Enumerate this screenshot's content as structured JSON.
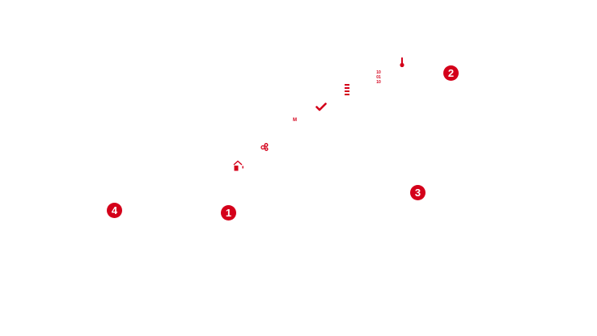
{
  "colors": {
    "accent": "#d4001a",
    "background": "#ffffff"
  },
  "callouts": [
    {
      "id": "callout-1",
      "label": "1"
    },
    {
      "id": "callout-2",
      "label": "2"
    },
    {
      "id": "callout-3",
      "label": "3"
    },
    {
      "id": "callout-4",
      "label": "4"
    }
  ],
  "icons": {
    "binary": {
      "name": "binary-code-icon",
      "lines": [
        "10",
        "01",
        "10"
      ]
    },
    "letter_m": {
      "name": "letter-m-icon",
      "text": "M"
    },
    "thermometer": {
      "name": "thermometer-icon"
    },
    "bars": {
      "name": "level-bars-icon"
    },
    "check": {
      "name": "checkmark-icon"
    },
    "gears": {
      "name": "gears-icon"
    },
    "house": {
      "name": "house-icon"
    }
  }
}
